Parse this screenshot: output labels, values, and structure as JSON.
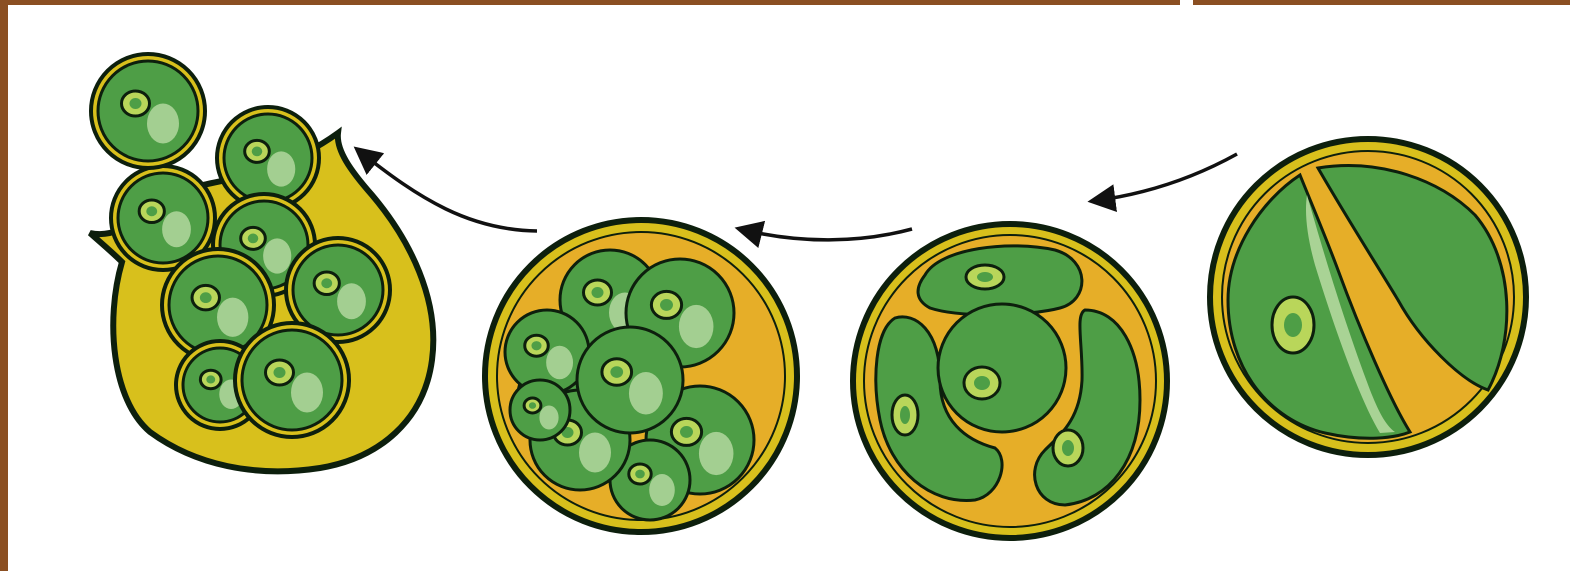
{
  "colors": {
    "background": "#ffffff",
    "frame_brown": "#8b4f22",
    "outline": "#0d1f0d",
    "sac_yellow": "#d8c01c",
    "inner_orange": "#e6ae28",
    "cell_green": "#4e9e46",
    "cell_green_dark": "#3d8a38",
    "highlight": "#c8e4b0",
    "nucleus_fill": "#b9d65a",
    "arrow": "#111111"
  },
  "diagram": {
    "stages": [
      {
        "id": "stage-1-single-cell",
        "cells": 2
      },
      {
        "id": "stage-2-four-cells",
        "cells": 4
      },
      {
        "id": "stage-3-colony",
        "cells": 9
      },
      {
        "id": "stage-4-release",
        "cells": 9
      }
    ],
    "arrows": 3,
    "arrow_direction": "right-to-left",
    "labels": []
  }
}
